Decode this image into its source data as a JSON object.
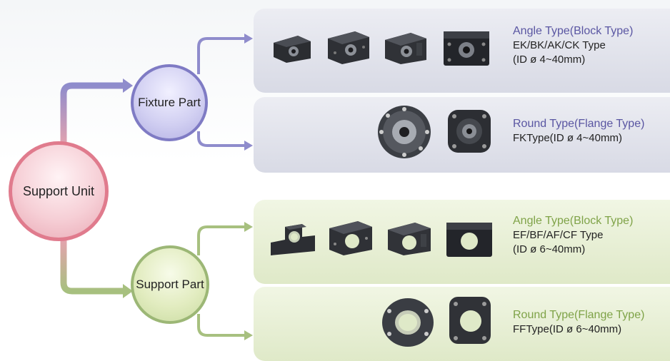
{
  "root": {
    "label": "Support Unit"
  },
  "fixture": {
    "label": "Fixture Part",
    "items": [
      {
        "title": "Angle Type(Block Type)",
        "line1": "EK/BK/AK/CK Type",
        "line2": "(ID ø 4~40mm)"
      },
      {
        "title": "Round Type(Flange Type)",
        "line1": "FKType(ID ø 4~40mm)"
      }
    ]
  },
  "support": {
    "label": "Support Part",
    "items": [
      {
        "title": "Angle Type(Block Type)",
        "line1": "EF/BF/AF/CF Type",
        "line2": "(ID ø 6~40mm)"
      },
      {
        "title": "Round Type(Flange Type)",
        "line1": "FFType(ID ø 6~40mm)"
      }
    ]
  },
  "colors": {
    "main_ring": "#e07b8d",
    "fixture_ring": "#7f7bc4",
    "support_ring": "#9cb776",
    "fixture_title": "#5a56a2",
    "support_title": "#7fa348"
  }
}
